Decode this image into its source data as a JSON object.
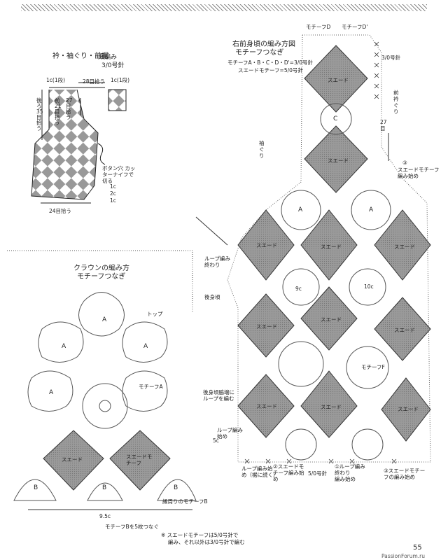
{
  "page_number": "55",
  "watermark": "PassionForum.ru",
  "top_left": {
    "title": "衿・袖ぐり・前裾",
    "stitch": "細編み",
    "needle": "3/0号針",
    "labels": {
      "one_c_1": "1c(1段)",
      "one_c_2": "1c(1段)",
      "pick_28": "28目拾う",
      "back_35": "後ろ35目拾う",
      "front_21": "前21目拾う",
      "front_27": "27目拾う",
      "button_hole": "ボタン穴 カッターナイフで切る",
      "c1": "1c",
      "c2": "2c",
      "c3": "1c",
      "pick_24": "24目拾う"
    }
  },
  "right_header": {
    "title_line1": "右前身頃の編み方図",
    "title_line2": "モチーフつなぎ",
    "needle_line1": "モチーフA・B・C・D・D'=3/0号針",
    "needle_line2": "スエードモチーフ=5/0号針",
    "motif_d": "モチーフD",
    "motif_d_prime": "モチーフD'",
    "needle_3": "3/0号針",
    "collar_sleeve": "前衿ぐり",
    "pick_27": "27目",
    "sleeve": "袖ぐり",
    "suede_join_num": "③",
    "suede_join": "スエードモチーフ編み始め",
    "back_body": "後身頃",
    "loop_end": "ループ編み終わり",
    "rear_side": "後身頃脇端にループを編む",
    "loop_start": "ループ編み始め",
    "five_c": "5c",
    "nine_c": "9c",
    "ten_c": "10c",
    "bottom_left_note": "ループ編み始め（裾に続く）",
    "suede_motif_2": "②スエードモチーフ編み始め",
    "needle_5": "5/0号針",
    "loop_end_2": "①ループ編み終わり",
    "suede_motif_3": "③スエードモチーフの編み始め",
    "loop_start_2": "編み始め"
  },
  "crown": {
    "title_line1": "クラウンの編み方",
    "title_line2": "モチーフつなぎ",
    "top": "トップ",
    "motif_a": "モチーフA",
    "suede": "スエード",
    "suede_motif": "スエードモチーフ",
    "nine_five_c": "9.5c",
    "edge": "縁周りのモチーフB",
    "join_b": "モチーフBを5枚つなぐ"
  },
  "footnote_line1": "※ スエードモチーフは5/0号針で",
  "footnote_line2": "編み、それ以外は3/0号針で編む",
  "motif_labels": {
    "A": "A",
    "B": "B",
    "C": "C",
    "suede": "スエード",
    "motif": "モチーフ",
    "suede_motif": "スエードモチーフ",
    "motif_f": "モチーフF"
  }
}
